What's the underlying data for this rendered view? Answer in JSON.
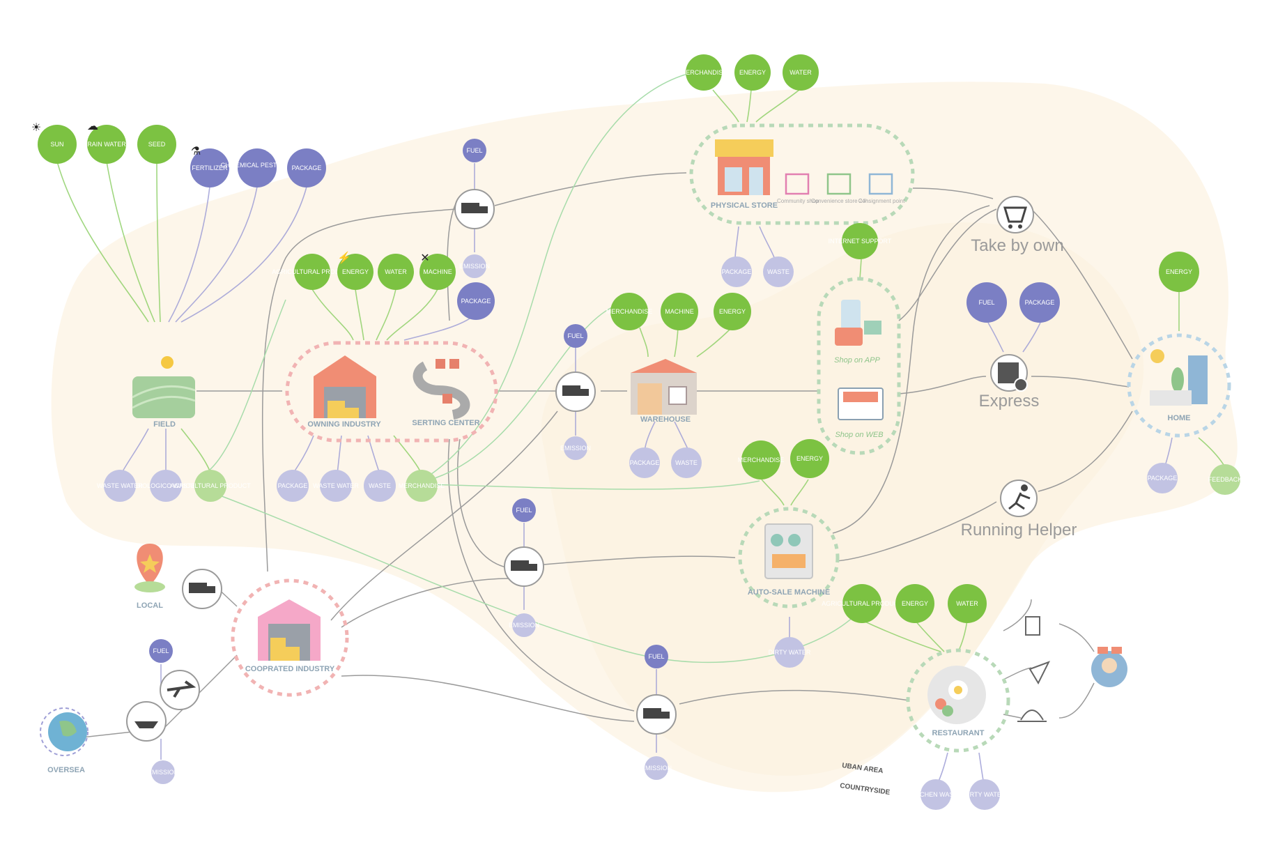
{
  "inputs_top_left": {
    "green": [
      "SUN",
      "RAIN WATER",
      "SEED"
    ],
    "purple": [
      "FERTILIZER",
      "CHWEMICAL PESTICIDE",
      "PACKAGE"
    ]
  },
  "field": {
    "label": "FIELD",
    "outputs": [
      "WASTE WATER",
      "BIOLOGICO WASTE",
      "AGRICULTURAL PRODUCT"
    ]
  },
  "owning_industry": {
    "label": "OWNING INDUSTRY",
    "inputs": [
      "AGRICULTURAL PRODUCT",
      "ENERGY",
      "WATER",
      "MACHINE",
      "PACKAGE"
    ],
    "outputs": [
      "PACKAGE",
      "WASTE WATER",
      "WASTE",
      "MERCHANDISE"
    ]
  },
  "serting_center": {
    "label": "SERTING CENTER"
  },
  "truck_top": {
    "fuel": "FUEL",
    "emission": "EMISSION"
  },
  "physical_store": {
    "label": "PHYSICAL STORE",
    "inputs": [
      "MERCHANDISE",
      "ENERGY",
      "WATER"
    ],
    "sub": [
      "Community shop",
      "Convenience store 24h",
      "Consignment point"
    ],
    "outputs": [
      "PACKAGE",
      "WASTE"
    ]
  },
  "warehouse": {
    "label": "WAREHOUSE",
    "inputs": [
      "MERCHANDISE",
      "MACHINE",
      "ENERGY"
    ],
    "outputs": [
      "PACKAGE",
      "WASTE"
    ]
  },
  "truck_mid": {
    "fuel": "FUEL",
    "emission": "EMISSION"
  },
  "online": {
    "support": "INTERNET SUPPORT",
    "app": "Shop on APP",
    "web": "Shop on WEB"
  },
  "take_by_own": "Take by own",
  "express": {
    "label": "Express",
    "inputs": [
      "FUEL",
      "PACKAGE"
    ]
  },
  "running_helper": "Running Helper",
  "home": {
    "label": "HOME",
    "input": "ENERGY",
    "outputs": [
      "PACKAGE",
      "FEEDBACK"
    ]
  },
  "auto_sale": {
    "label": "AUTO-SALE MACHINE",
    "inputs": [
      "MERCHANDISE",
      "ENERGY"
    ],
    "output": "DIRTY WATER"
  },
  "restaurant": {
    "label": "RESTAURANT",
    "inputs": [
      "AGRICULTURAL PRODUCT",
      "ENERGY",
      "WATER"
    ],
    "outputs": [
      "KITCHEN WASTE",
      "DIRTY WATER"
    ]
  },
  "local": "LOCAL",
  "overseas": "OVERSEA",
  "cooprated_industry": "COOPRATED INDUSTRY",
  "truck_low1": {
    "fuel": "FUEL",
    "emission": "EMISSION"
  },
  "truck_low2": {
    "fuel": "FUEL",
    "emission": "EMISSION"
  },
  "ship": {
    "fuel": "FUEL",
    "emission": "EMISSION"
  },
  "area_labels": [
    "UBAN AREA",
    "COUNTRYSIDE"
  ],
  "colors": {
    "green_bubble": "#7cc242",
    "purple_bubble": "#7b7fc4",
    "faded_green": "#b6dc98",
    "faded_purple": "#c2c3e3",
    "region_fill": "#fdf4e4"
  }
}
